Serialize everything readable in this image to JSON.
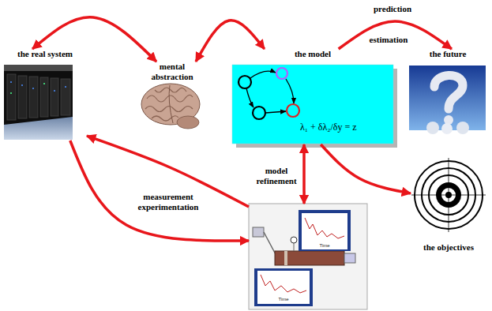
{
  "diagram": {
    "nodes": [
      {
        "text": [
          "the real system"
        ]
      },
      {
        "text": [
          "mental abstraction"
        ]
      },
      {
        "text": [
          "the model",
          "λ₁ + δλ₂/δy = z"
        ]
      },
      {
        "text": [
          "the future"
        ]
      },
      {
        "text": [
          "the objectives"
        ]
      },
      {
        "text": [
          "Time",
          "Time"
        ]
      }
    ],
    "edges": [
      {
        "from": 0,
        "to": 1,
        "arrow": "both"
      },
      {
        "from": 1,
        "to": 2,
        "arrow": "both"
      },
      {
        "from": 2,
        "to": 3,
        "label": "prediction",
        "arrow": "to"
      },
      {
        "from": 2,
        "to": 4,
        "arrow": "to"
      },
      {
        "from": 2,
        "to": 5,
        "label": "model refinement",
        "arrow": "both"
      },
      {
        "from": 0,
        "to": 5,
        "label": "measurement experimentation",
        "arrow": "to"
      },
      {
        "from": 5,
        "to": 0,
        "arrow": "to"
      }
    ],
    "labels": [
      "estimation"
    ]
  }
}
